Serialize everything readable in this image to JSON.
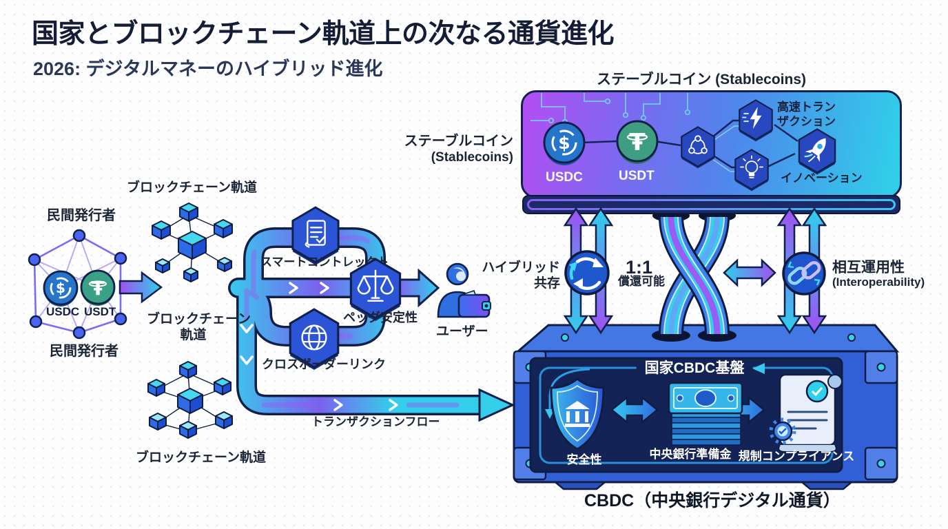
{
  "header": {
    "title": "国家とブロックチェーン軌道上の次なる通貨進化",
    "subtitle": "2026: デジタルマネーのハイブリッド進化"
  },
  "left": {
    "issuer_top": "民間発行者",
    "issuer_bottom": "民間発行者",
    "usdc": "USDC",
    "usdt": "USDT",
    "orbit_top": "ブロックチェーン軌道",
    "orbit_mid_l1": "ブロックチェーン",
    "orbit_mid_l2": "軌道",
    "orbit_bottom": "ブロックチェーン軌道",
    "smart_contract": "スマートコントレックト",
    "peg": "ペッグ安定性",
    "cross_border": "クロスボーダーリンク",
    "user": "ユーザー",
    "tx_flow": "トランザクションフロー"
  },
  "stablecoins": {
    "title": "ステーブルコイン (Stablecoins)",
    "side_l1": "ステーブルコイン",
    "side_l2": "(Stablecoins)",
    "usdc": "USDC",
    "usdt": "USDT",
    "fast_l1": "高速トラン",
    "fast_l2": "ザクション",
    "innovation": "イノベーション"
  },
  "middle": {
    "hybrid_l1": "ハイブリッド",
    "hybrid_l2": "共存",
    "ratio": "1:1",
    "redeem": "償還可能",
    "interop_jp": "相互運用性",
    "interop_en": "(Interoperability)"
  },
  "cbdc": {
    "panel_title": "国家CBDC基盤",
    "security": "安全性",
    "reserves": "中央銀行準備金",
    "compliance": "規制コンプライアンス",
    "caption": "CBDC（中央銀行デジタル通貨）"
  },
  "colors": {
    "accent_purple": "#a050f0",
    "accent_cyan": "#2fd0ec",
    "panel_navy": "#132355",
    "coin_usdc": "#2775ca",
    "coin_usdt": "#3aa186"
  }
}
